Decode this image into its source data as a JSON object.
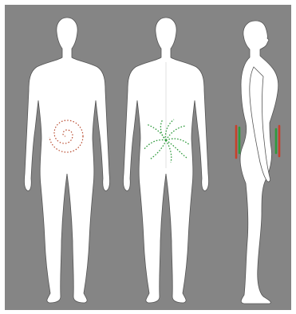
{
  "colors": {
    "page_background": "#ffffff",
    "panel_background": "#858585",
    "body_fill": "#ffffff",
    "body_outline": "#555555",
    "front_spiral": "#b84a2e",
    "back_pattern": "#2e9a3c",
    "side_red": "#c8402a",
    "side_green": "#2e9a3c"
  },
  "figures": [
    {
      "view": "front",
      "marking": "spiral-dotted-path"
    },
    {
      "view": "back",
      "marking": "radiating-curved-dotted-strokes"
    },
    {
      "view": "side",
      "marking": "vertical-bars-abdomen-and-back"
    }
  ]
}
